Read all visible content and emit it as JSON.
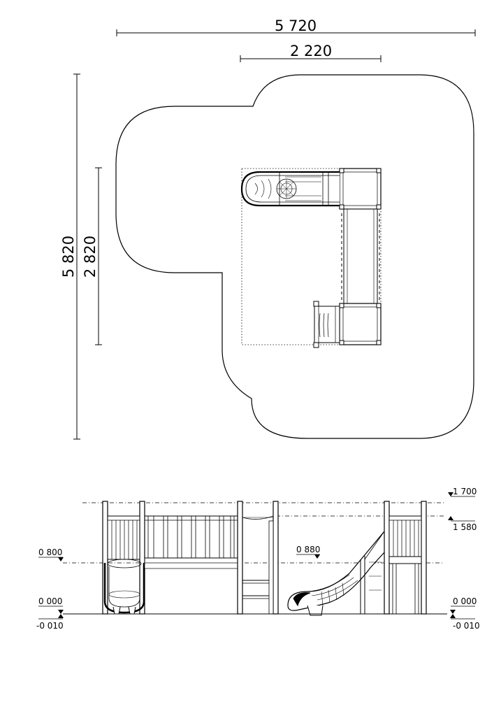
{
  "plan": {
    "dimensions": {
      "overall_width": "5 720",
      "tower_width": "2 220",
      "overall_depth": "5 820",
      "structure_depth": "2 820"
    }
  },
  "elevation": {
    "levels": {
      "top_post": "1 700",
      "top_rail": "1 580",
      "left_deck": "0 800",
      "mid_deck": "0 880",
      "left_ground": "0 000",
      "left_below": "-0 010",
      "right_ground": "0 000",
      "right_below": "-0 010"
    }
  }
}
